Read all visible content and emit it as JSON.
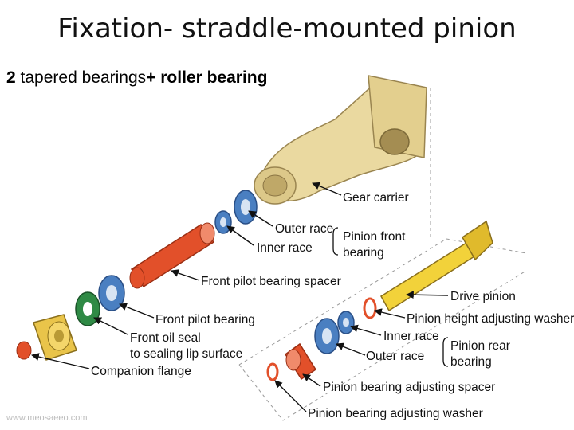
{
  "title": "Fixation- straddle-mounted pinion",
  "subtitle": {
    "part1": "2",
    "part2": " tapered bearings",
    "part3": "+ roller bearing"
  },
  "watermark": "www.meosaeeo.com",
  "labels": {
    "gear_carrier": "Gear carrier",
    "outer_race_front": "Outer race",
    "inner_race_front": "Inner race",
    "pinion_front_bearing_1": "Pinion front",
    "pinion_front_bearing_2": "bearing",
    "front_pilot_bearing_spacer": "Front pilot bearing spacer",
    "front_pilot_bearing": "Front pilot bearing",
    "front_oil_seal_1": "Front oil seal",
    "front_oil_seal_2": "to sealing lip surface",
    "companion_flange": "Companion flange",
    "drive_pinion": "Drive pinion",
    "pinion_height_adjusting_washer": "Pinion height adjusting washer",
    "inner_race_rear": "Inner race",
    "outer_race_rear": "Outer race",
    "pinion_rear_bearing_1": "Pinion rear",
    "pinion_rear_bearing_2": "bearing",
    "pinion_bearing_adjusting_spacer": "Pinion bearing adjusting spacer",
    "pinion_bearing_adjusting_washer": "Pinion bearing adjusting washer"
  },
  "colors": {
    "carrier": "#ead9a0",
    "blue": "#4a7fc1",
    "red": "#e2502a",
    "green": "#2f8a45",
    "yellow": "#f2d23a"
  }
}
